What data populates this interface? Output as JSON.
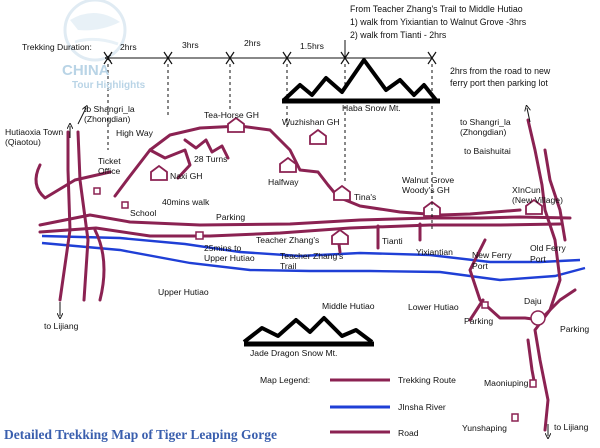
{
  "map": {
    "title": "Detailed Trekking Map of Tiger Leaping Gorge",
    "watermark": {
      "name": "CHINA",
      "sub": "Tour Highlights"
    },
    "trail_note": {
      "heading": "From Teacher Zhang's Trail to Middle Hutiao",
      "line1": "1) walk from Yixiantian to Walnut Grove -3hrs",
      "line2": "2) walk from Tianti - 2hrs"
    },
    "durations": {
      "label": "Trekking Duration:",
      "segments": [
        "2hrs",
        "3hrs",
        "2hrs",
        "1.5hrs"
      ]
    },
    "road_note": {
      "line1": "2hrs from the road to new",
      "line2": "ferry port then parking lot"
    },
    "mountains": {
      "haba": "Haba Snow Mt.",
      "jade_dragon": "Jade Dragon Snow Mt."
    },
    "places": {
      "to_shangrila_left_1": "to Shangri_la",
      "to_shangrila_left_2": "(Zhongdian)",
      "highway": "High Way",
      "hutiaoxia_1": "Hutiaoxia Town",
      "hutiaoxia_2": "(Qiaotou)",
      "ticket_1": "Ticket",
      "ticket_2": "Office",
      "naxi_gh": "Naxi GH",
      "school": "School",
      "walk_40": "40mins walk",
      "tea_horse": "Tea-Horse GH",
      "turns_28": "28 Turns",
      "wuzhishan": "Wuzhishan GH",
      "halfway": "Halfway",
      "tinas": "Tina's",
      "parking_mid": "Parking",
      "mins_25_1": "25mins to",
      "mins_25_2": "Upper Hutiao",
      "teacher_zhangs": "Teacher Zhang's",
      "tz_trail_1": "Teacher Zhang's",
      "tz_trail_2": "Trail",
      "tianti": "Tianti",
      "yixiantian": "Yixiantian",
      "walnut_1": "Walnut Grove",
      "walnut_2": "Woody's GH",
      "to_shangrila_right_1": "to Shangri_la",
      "to_shangrila_right_2": "(Zhongdian)",
      "baishuitai": "to Baishuitai",
      "xincun_1": "XInCun",
      "xincun_2": "(New Village)",
      "new_ferry_1": "New Ferry",
      "new_ferry_2": "Port",
      "old_ferry_1": "Old Ferry",
      "old_ferry_2": "Port",
      "upper_hutiao": "Upper Hutiao",
      "middle_hutiao": "Middle Hutiao",
      "lower_hutiao": "Lower Hutiao",
      "parking_lower": "Parking",
      "daju": "Daju",
      "parking_daju": "Parking",
      "to_lijiang_left": "to Lijiang",
      "maoniuping": "Maoniuping",
      "yunshaping": "Yunshaping",
      "to_lijiang_right": "to Lijiang"
    },
    "legend": {
      "heading": "Map Legend:",
      "items": [
        {
          "label": "Trekking Route",
          "color": "#8b2252"
        },
        {
          "label": "JInsha River",
          "color": "#1f3fd6"
        },
        {
          "label": "Road",
          "color": "#8b2252"
        }
      ]
    },
    "colors": {
      "route": "#8b2252",
      "river": "#1f3fd6",
      "title": "#3a5fae",
      "mountain": "#000000"
    }
  }
}
